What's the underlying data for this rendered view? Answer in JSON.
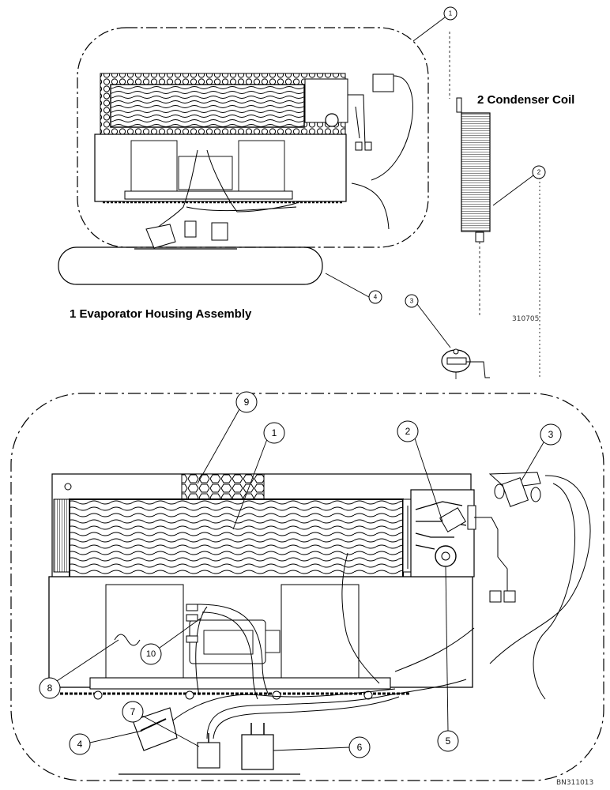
{
  "titles": {
    "evaporator": "1 Evaporator Housing Assembly",
    "condenser": "2 Condenser Coil"
  },
  "figure_codes": {
    "small": "310705",
    "main": "BN311013"
  },
  "callouts_top": [
    "1",
    "2",
    "3",
    "4"
  ],
  "callouts_main": [
    "1",
    "2",
    "3",
    "4",
    "5",
    "6",
    "7",
    "8",
    "9",
    "10"
  ]
}
